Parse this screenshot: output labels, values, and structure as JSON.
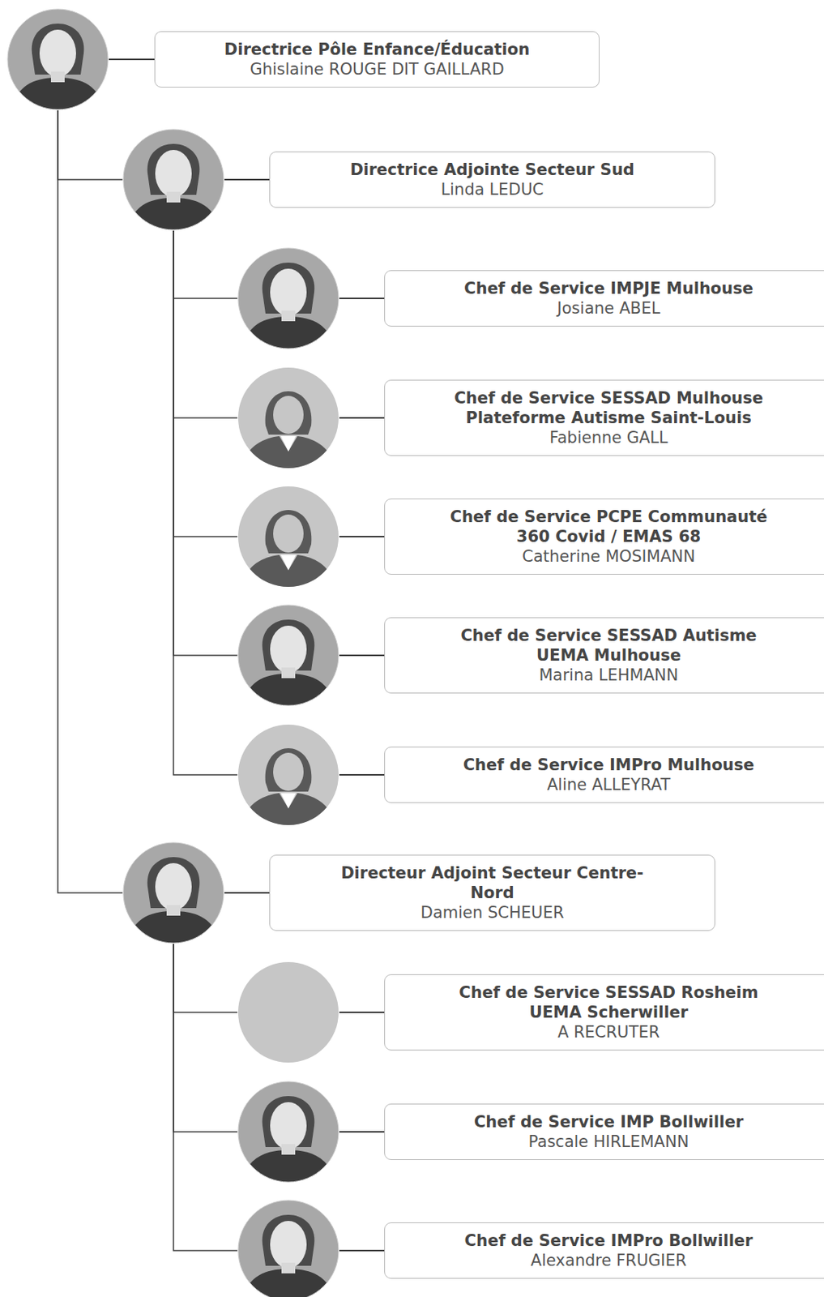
{
  "diagram": {
    "nodes": [
      {
        "text": [
          "Directrice Pôle Enfance/Éducation",
          "Ghislaine ROUGE DIT GAILLARD"
        ]
      },
      {
        "text": [
          "Directrice Adjointe Secteur Sud",
          "Linda LEDUC"
        ]
      },
      {
        "text": [
          "Chef de Service IMPJE Mulhouse",
          "Josiane ABEL"
        ]
      },
      {
        "text": [
          "Chef de Service SESSAD Mulhouse Plateforme Autisme Saint-Louis",
          "Fabienne GALL"
        ]
      },
      {
        "text": [
          "Chef de Service PCPE Communauté 360 Covid / EMAS 68",
          "Catherine MOSIMANN"
        ]
      },
      {
        "text": [
          "Chef de Service SESSAD Autisme UEMA Mulhouse",
          "Marina LEHMANN"
        ]
      },
      {
        "text": [
          "Chef de Service IMPro Mulhouse",
          "Aline ALLEYRAT"
        ]
      },
      {
        "text": [
          "Directeur Adjoint Secteur Centre-Nord",
          "Damien SCHEUER"
        ]
      },
      {
        "text": [
          "Chef de Service SESSAD Rosheim UEMA Scherwiller",
          "A RECRUTER"
        ]
      },
      {
        "text": [
          "Chef de Service IMP Bollwiller",
          "Pascale HIRLEMANN"
        ]
      },
      {
        "text": [
          "Chef de Service IMPro Bollwiller",
          "Alexandre FRUGIER"
        ]
      }
    ],
    "edges": [
      {
        "from": 0,
        "to": 1,
        "arrow": "none"
      },
      {
        "from": 0,
        "to": 7,
        "arrow": "none"
      },
      {
        "from": 1,
        "to": 2,
        "arrow": "none"
      },
      {
        "from": 1,
        "to": 3,
        "arrow": "none"
      },
      {
        "from": 1,
        "to": 4,
        "arrow": "none"
      },
      {
        "from": 1,
        "to": 5,
        "arrow": "none"
      },
      {
        "from": 1,
        "to": 6,
        "arrow": "none"
      },
      {
        "from": 7,
        "to": 8,
        "arrow": "none"
      },
      {
        "from": 7,
        "to": 9,
        "arrow": "none"
      },
      {
        "from": 7,
        "to": 10,
        "arrow": "none"
      }
    ]
  }
}
